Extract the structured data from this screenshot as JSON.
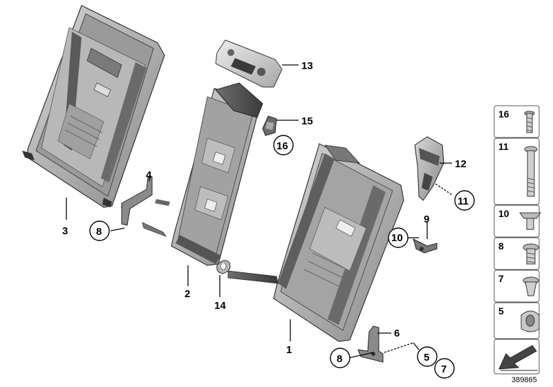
{
  "callouts": {
    "c1": "1",
    "c2": "2",
    "c3": "3",
    "c4": "4",
    "c5": "5",
    "c6": "6",
    "c7": "7",
    "c8a": "8",
    "c8b": "8",
    "c9": "9",
    "c10": "10",
    "c11": "11",
    "c12": "12",
    "c13": "13",
    "c14": "14",
    "c15": "15",
    "c16": "16"
  },
  "legend": {
    "items": [
      "16",
      "11",
      "10",
      "8",
      "7",
      "5"
    ]
  },
  "diagram_id": "389865"
}
